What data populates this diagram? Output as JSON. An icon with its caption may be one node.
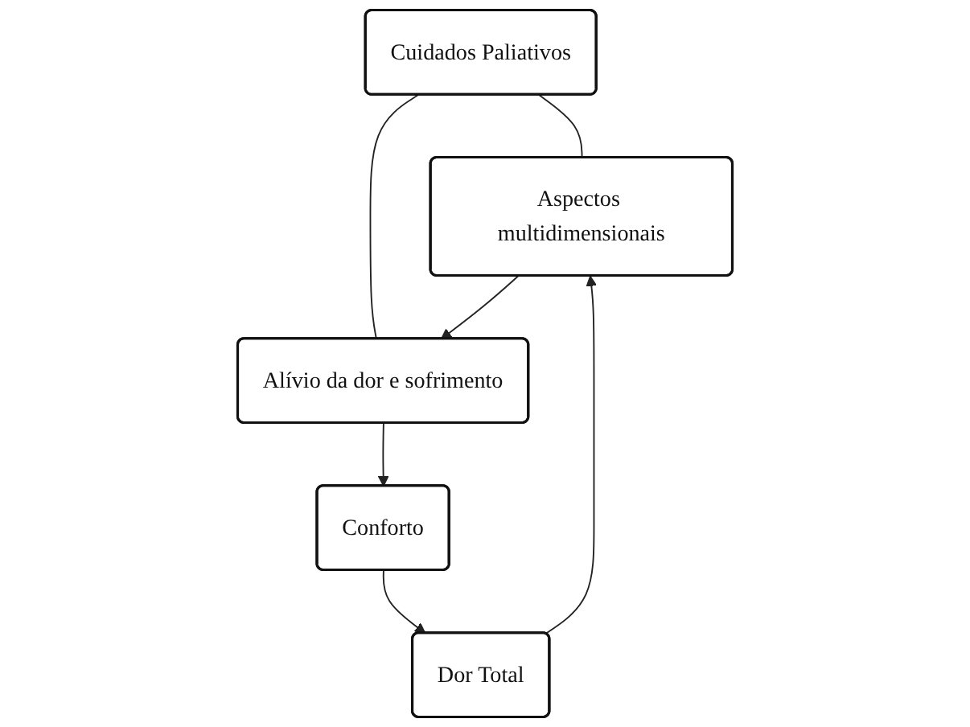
{
  "diagram": {
    "nodes": [
      {
        "text": [
          "Cuidados Paliativos"
        ]
      },
      {
        "text": [
          "Aspectos multidimensionais"
        ]
      },
      {
        "text": [
          "Alívio da dor e sofrimento"
        ]
      },
      {
        "text": [
          "Dor Total"
        ]
      },
      {
        "text": [
          "Conforto"
        ]
      }
    ],
    "edges": [
      {
        "from": 0,
        "to": 1,
        "arrow": "none"
      },
      {
        "from": 0,
        "to": 2,
        "arrow": "none"
      },
      {
        "from": 1,
        "to": 2,
        "arrow": "to"
      },
      {
        "from": 2,
        "to": 4,
        "arrow": "to"
      },
      {
        "from": 4,
        "to": 3,
        "arrow": "to"
      },
      {
        "from": 3,
        "to": 1,
        "arrow": "to"
      }
    ]
  }
}
